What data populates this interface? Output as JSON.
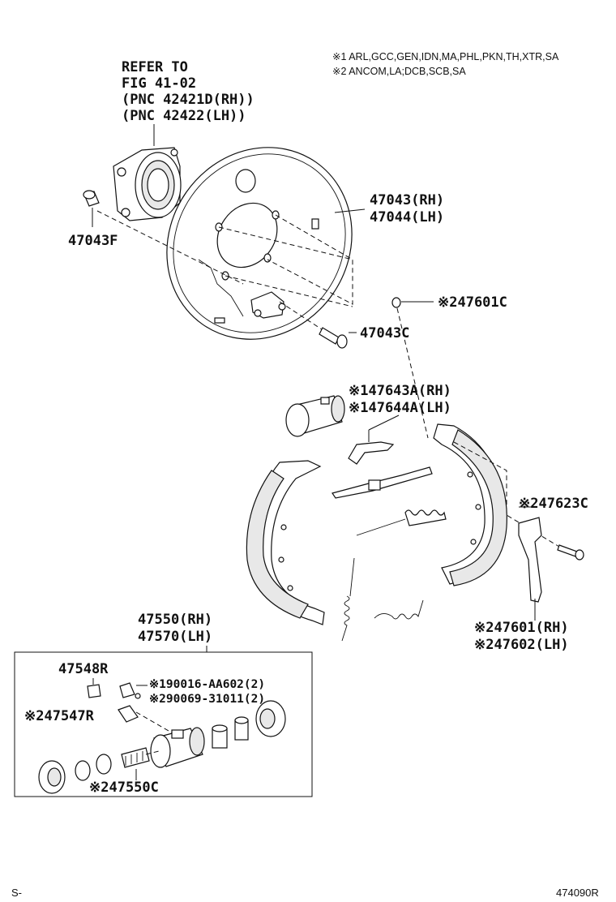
{
  "notes": {
    "note1": "※1 ARL,GCC,GEN,IDN,MA,PHL,PKN,TH,XTR,SA",
    "note2": "※2 ANCOM,LA;DCB,SCB,SA"
  },
  "refer": {
    "line1": "REFER TO",
    "line2": "FIG 41-02",
    "line3": "(PNC 42421D(RH))",
    "line4": "(PNC 42422(LH))"
  },
  "labels": {
    "p47043F": "47043F",
    "p47043RH": "47043(RH)",
    "p47044LH": "47044(LH)",
    "p47043C": "47043C",
    "p47601C": "※247601C",
    "p47643A": "※147643A(RH)",
    "p47644A": "※147644A(LH)",
    "p47623C": "※247623C",
    "p47601RH": "※247601(RH)",
    "p47602LH": "※247602(LH)",
    "p47550RH": "47550(RH)",
    "p47570LH": "47570(LH)",
    "p47548R": "47548R",
    "p90016": "※190016-AA602(2)",
    "p90069": "※290069-31011(2)",
    "p47547R": "※247547R",
    "p47550C": "※247550C"
  },
  "footer": {
    "left": "S-",
    "right": "474090R"
  }
}
